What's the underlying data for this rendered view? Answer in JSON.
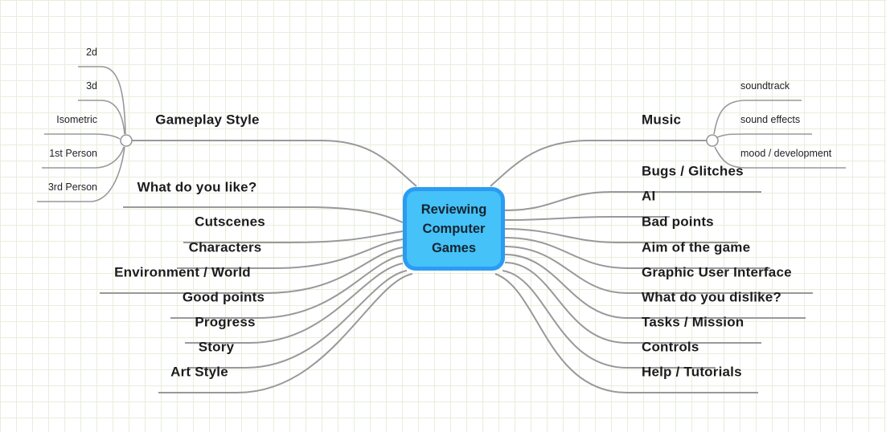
{
  "app": {
    "type": "mind-map"
  },
  "colors": {
    "center_border": "#2b9cf2",
    "center_fill": "#45c2f8",
    "connector_line": "#999999",
    "grid_line": "#e7eedd",
    "background": "#ffffff",
    "label_text": "#1c1c1c"
  },
  "center_node": {
    "label": "Reviewing Computer Games",
    "lines": [
      "Reviewing",
      "Computer",
      "Games"
    ]
  },
  "left_branches": [
    {
      "label": "Gameplay Style",
      "children": [
        "2d",
        "3d",
        "Isometric",
        "1st Person",
        "3rd Person"
      ]
    },
    {
      "label": "What do you like?"
    },
    {
      "label": "Cutscenes"
    },
    {
      "label": "Characters"
    },
    {
      "label": "Environment / World"
    },
    {
      "label": "Good points"
    },
    {
      "label": "Progress"
    },
    {
      "label": "Story"
    },
    {
      "label": "Art Style"
    }
  ],
  "right_branches": [
    {
      "label": "Music",
      "children": [
        "soundtrack",
        "sound effects",
        "mood / development"
      ]
    },
    {
      "label": "Bugs / Glitches"
    },
    {
      "label": "AI"
    },
    {
      "label": "Bad points"
    },
    {
      "label": "Aim of the game"
    },
    {
      "label": "Graphic User Interface"
    },
    {
      "label": "What do you dislike?"
    },
    {
      "label": "Tasks / Mission"
    },
    {
      "label": "Controls"
    },
    {
      "label": "Help / Tutorials"
    }
  ]
}
